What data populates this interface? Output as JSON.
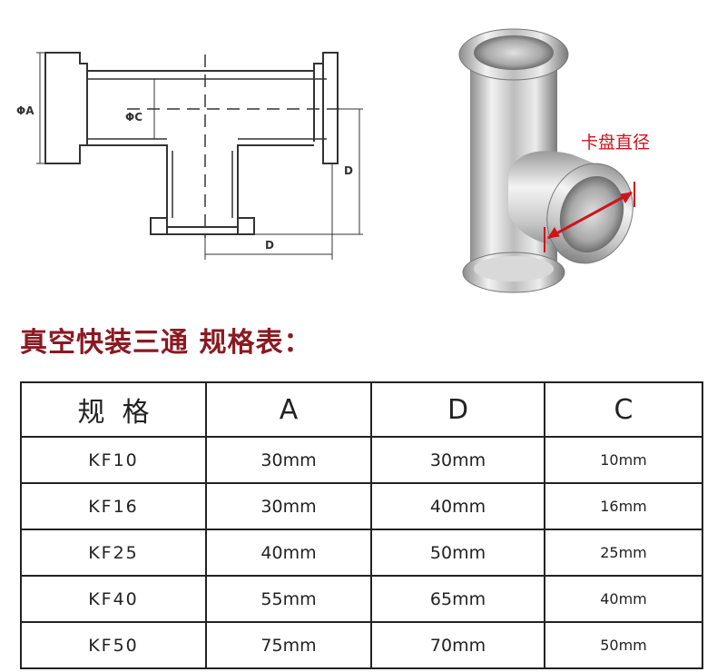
{
  "drawing": {
    "labels": {
      "A": "ΦA",
      "C": "ΦC",
      "D_vertical": "D",
      "D_horizontal": "D"
    }
  },
  "photo": {
    "caption": "卡盘直径"
  },
  "heading": "真空快装三通 规格表：",
  "table": {
    "headers": [
      "规  格",
      "A",
      "D",
      "C"
    ],
    "rows": [
      [
        "KF10",
        "30mm",
        "30mm",
        "10mm"
      ],
      [
        "KF16",
        "30mm",
        "40mm",
        "16mm"
      ],
      [
        "KF25",
        "40mm",
        "50mm",
        "25mm"
      ],
      [
        "KF40",
        "55mm",
        "65mm",
        "40mm"
      ],
      [
        "KF50",
        "75mm",
        "70mm",
        "50mm"
      ]
    ]
  },
  "colors": {
    "caption": "#d0121b",
    "heading": "#8a1a22",
    "line": "#222222"
  }
}
